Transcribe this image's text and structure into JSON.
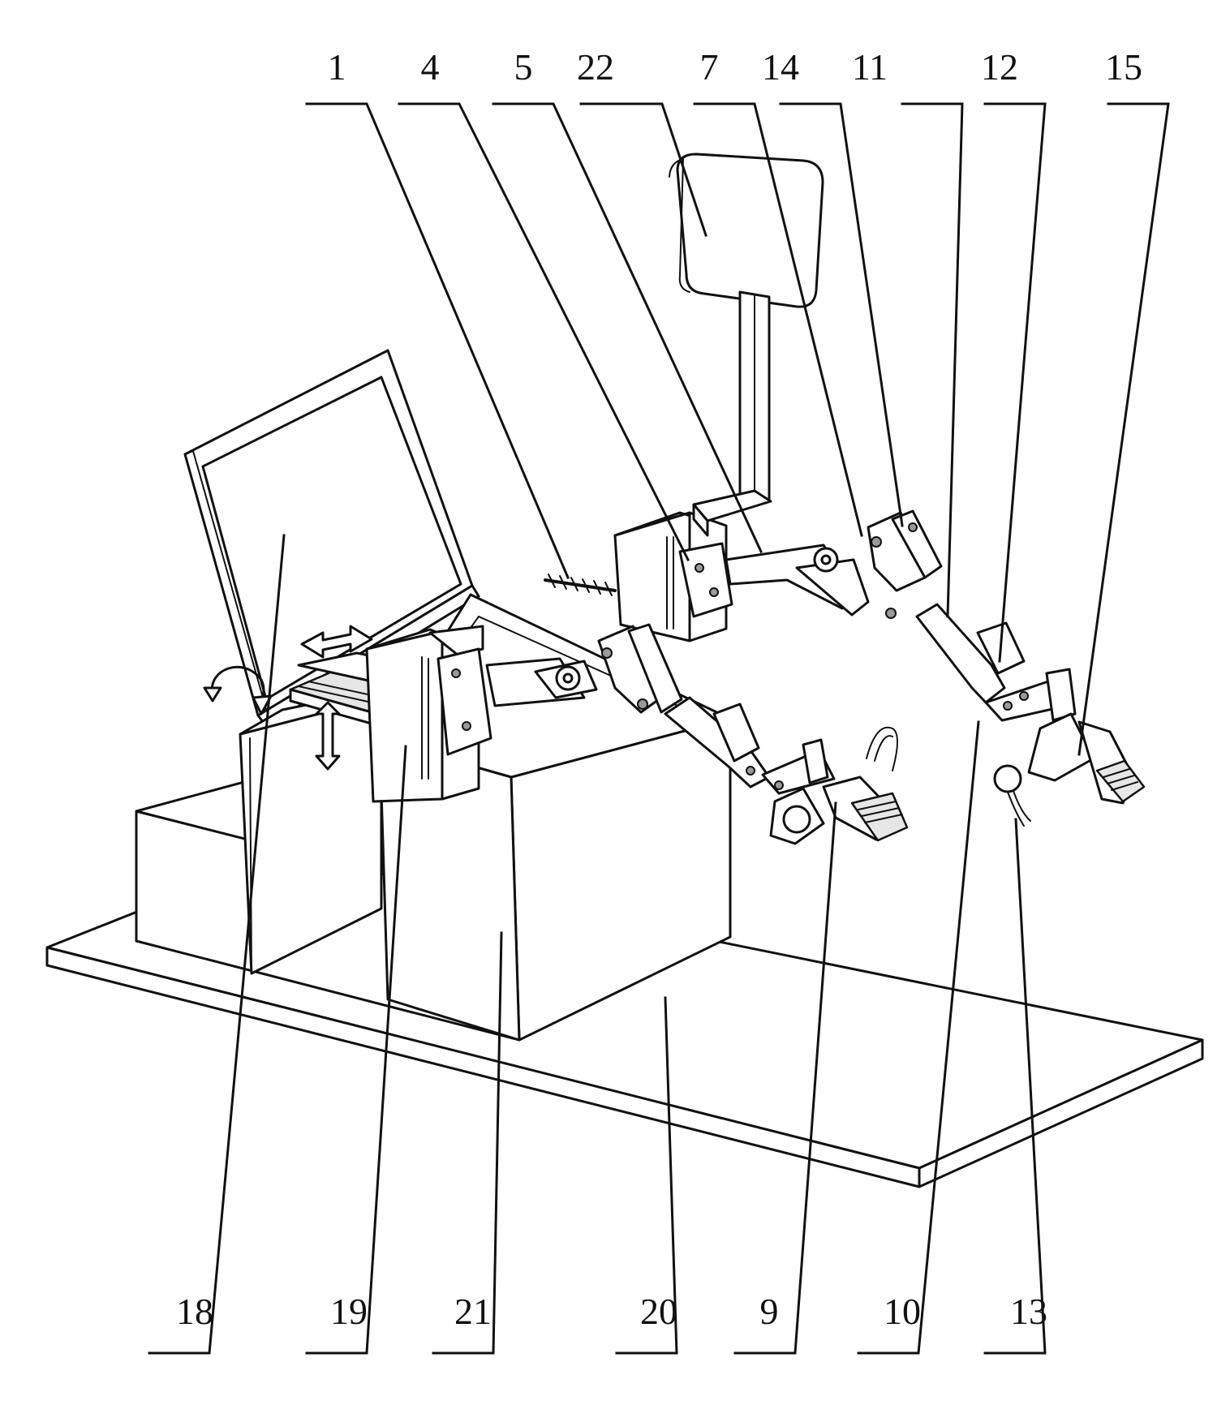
{
  "labels": {
    "top": [
      "1",
      "4",
      "5",
      "22",
      "7",
      "14",
      "11",
      "12",
      "15"
    ],
    "bottom": [
      "18",
      "19",
      "21",
      "20",
      "9",
      "10",
      "13"
    ]
  },
  "colors": {
    "ink": "#111111",
    "paper": "#ffffff",
    "shade": "#e6e6e6",
    "dark": "#9a9a9a"
  }
}
